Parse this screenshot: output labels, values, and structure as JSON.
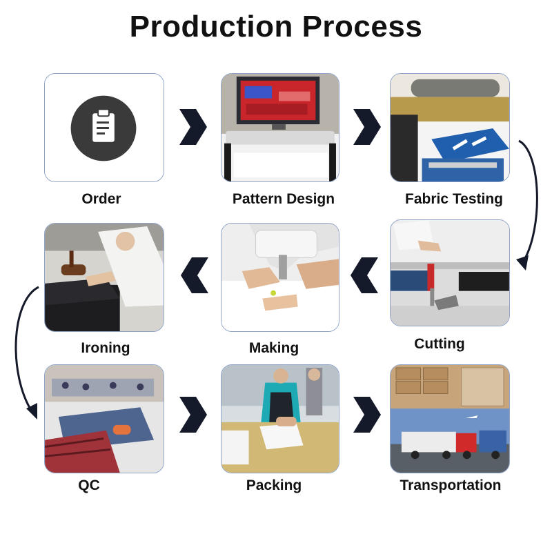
{
  "title": "Production Process",
  "colors": {
    "card_border": "#8fa3c7",
    "arrow": "#151a2a",
    "text": "#111111"
  },
  "steps": [
    {
      "label": "Order",
      "icon": "clipboard-icon"
    },
    {
      "label": "Pattern Design",
      "icon": "pattern-design-photo"
    },
    {
      "label": "Fabric Testing",
      "icon": "fabric-testing-photo"
    },
    {
      "label": "Cutting",
      "icon": "cutting-photo"
    },
    {
      "label": "Making",
      "icon": "sewing-photo"
    },
    {
      "label": "Ironing",
      "icon": "ironing-photo"
    },
    {
      "label": "QC",
      "icon": "quality-control-photo"
    },
    {
      "label": "Packing",
      "icon": "packing-photo"
    },
    {
      "label": "Transportation",
      "icon": "truck-photo"
    }
  ]
}
